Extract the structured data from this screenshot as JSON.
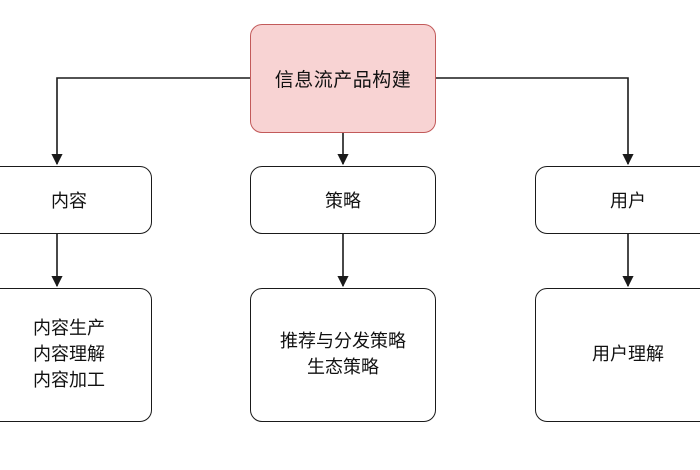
{
  "diagram": {
    "root": {
      "label": "信息流产品构建"
    },
    "branches": [
      {
        "label": "内容",
        "details": [
          "内容生产",
          "内容理解",
          "内容加工"
        ]
      },
      {
        "label": "策略",
        "details": [
          "推荐与分发策略",
          "生态策略"
        ]
      },
      {
        "label": "用户",
        "details": [
          "用户理解"
        ]
      }
    ],
    "colors": {
      "root_fill": "#f8d3d3",
      "root_border": "#c25a5a",
      "node_fill": "#ffffff",
      "node_border": "#1a1a1a",
      "line": "#1a1a1a"
    }
  }
}
